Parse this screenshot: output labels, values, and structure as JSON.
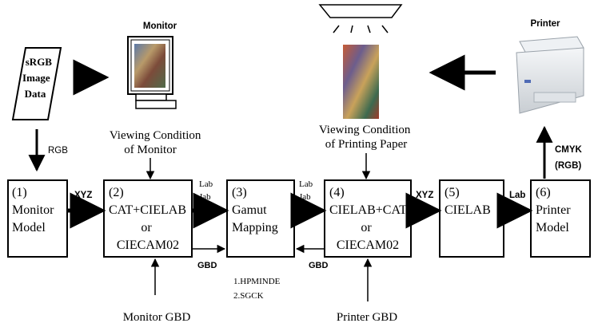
{
  "pictures": {
    "monitor_label": "Monitor",
    "printer_label": "Printer",
    "source_lines": [
      "sRGB",
      "Image",
      "Data"
    ]
  },
  "blocks": [
    {
      "lines": [
        "(1)",
        "Monitor",
        "Model"
      ]
    },
    {
      "lines": [
        "(2)",
        "CAT+CIELAB",
        "or",
        "CIECAM02"
      ]
    },
    {
      "lines": [
        "(3)",
        "Gamut",
        "Mapping"
      ]
    },
    {
      "lines": [
        "(4)",
        "CIELAB+CAT",
        "or",
        "CIECAM02"
      ]
    },
    {
      "lines": [
        "(5)",
        "CIELAB"
      ]
    },
    {
      "lines": [
        "(6)",
        "Printer",
        "Model"
      ]
    }
  ],
  "labels": {
    "rgb_input": "RGB",
    "xyz_1_2": "XYZ",
    "lab_jab_2_3": [
      "Lab",
      "Jab"
    ],
    "lab_jab_3_4": [
      "Lab",
      "Jab"
    ],
    "xyz_4_5": "XYZ",
    "lab_5_6": "Lab",
    "gbd_2_3": "GBD",
    "gbd_4_3": "GBD",
    "cmyk_output": [
      "CMYK",
      "(RGB)"
    ],
    "viewing_monitor": [
      "Viewing Condition",
      "of Monitor"
    ],
    "viewing_paper": [
      "Viewing Condition",
      "of Printing Paper"
    ],
    "monitor_gbd": "Monitor GBD",
    "printer_gbd": "Printer GBD",
    "methods": [
      "1.HPMINDE",
      "2.SGCK"
    ]
  },
  "colors": {
    "ink": "#000000",
    "screen_base": "#8a7a5a",
    "monitor_frame": "#ffffff",
    "printer_body": "#e9ecef"
  }
}
